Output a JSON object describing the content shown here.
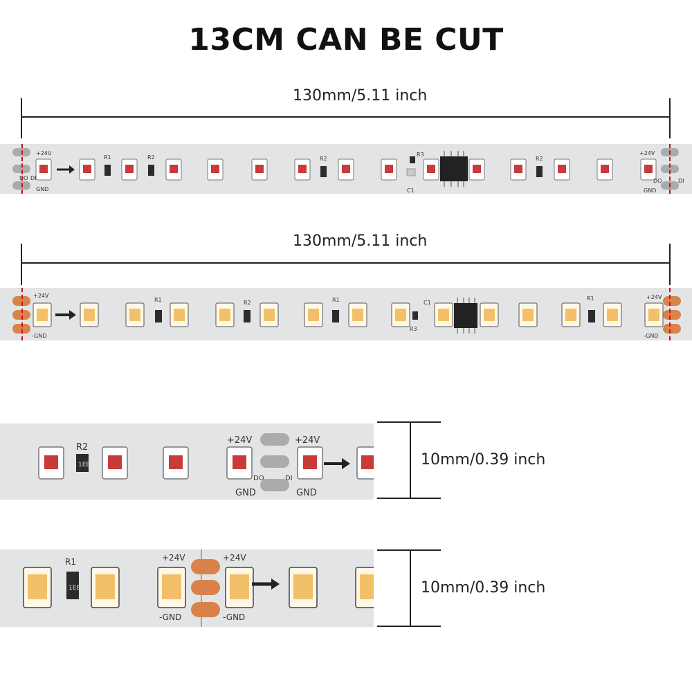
{
  "title": "13CM CAN BE CUT",
  "measure_length": {
    "strip1": "130mm/5.11 inch",
    "strip2": "130mm/5.11 inch"
  },
  "measure_width": {
    "strip3": "10mm/0.39 inch",
    "strip4": "10mm/0.39 inch"
  },
  "pcb_labels": {
    "plus24": "+24V",
    "plus24_small": "+24U",
    "gnd": "GND",
    "minus_gnd": "-GND",
    "do": "DO",
    "di": "DI",
    "r1": "R1",
    "r2": "R2",
    "r3": "R3",
    "c1": "C1",
    "resistor_code": "1EE"
  },
  "colors": {
    "pcb": "#e3e4e6",
    "red_chip": "#c93a3a",
    "warm_chip": "#f3c06a",
    "copper_pad": "#d9834a",
    "silver_pad": "#a9abad",
    "cut_line": "#d01010"
  }
}
